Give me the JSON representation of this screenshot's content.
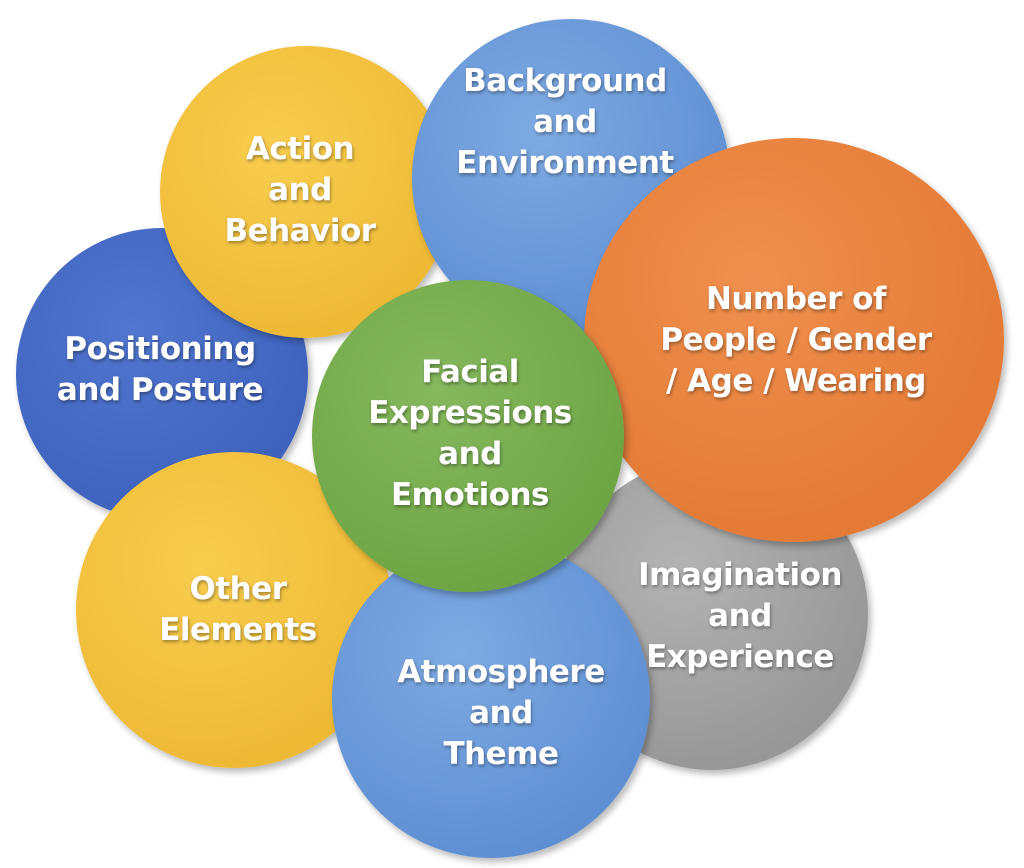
{
  "diagram": {
    "circles": [
      {
        "id": "positioning",
        "label": "Positioning\nand Posture",
        "color": "#4169c7"
      },
      {
        "id": "action",
        "label": "Action\nand\nBehavior",
        "color": "#f2bf3e"
      },
      {
        "id": "background",
        "label": "Background\nand\nEnvironment",
        "color": "#6b9bd9"
      },
      {
        "id": "imagination",
        "label": "Imagination\nand\nExperience",
        "color": "#a3a3a3"
      },
      {
        "id": "other",
        "label": "Other\nElements",
        "color": "#f2bf3e"
      },
      {
        "id": "atmosphere",
        "label": "Atmosphere\nand\nTheme",
        "color": "#6b9bd9"
      },
      {
        "id": "number",
        "label": "Number of\nPeople / Gender\n/ Age / Wearing",
        "color": "#e8823f"
      },
      {
        "id": "facial",
        "label": "Facial\nExpressions\nand\nEmotions",
        "color": "#77ad4f"
      }
    ]
  }
}
